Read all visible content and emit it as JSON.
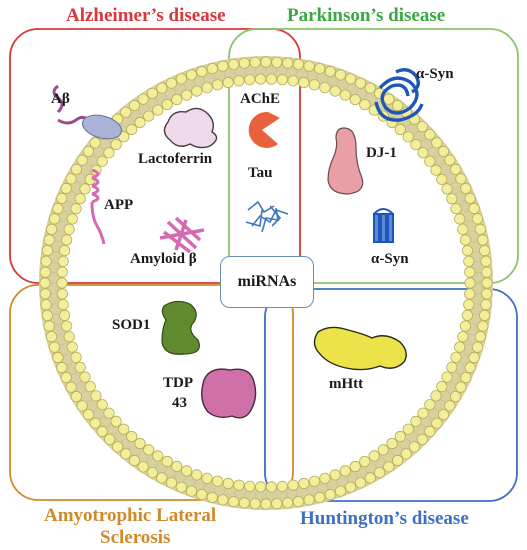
{
  "quadrants": {
    "alzheimers": {
      "title": "Alzheimer’s disease",
      "color": "#d8373b"
    },
    "parkinsons": {
      "title": "Parkinson’s disease",
      "color": "#3aa844"
    },
    "als": {
      "title_line1": "Amyotrophic Lateral",
      "title_line2": "Sclerosis",
      "color": "#d08a2a"
    },
    "huntingtons": {
      "title": "Huntington’s disease",
      "color": "#3f6fc0"
    }
  },
  "center": {
    "label": "miRNAs",
    "border_color": "#6a8fb5"
  },
  "molecules": {
    "abeta": "Aβ",
    "lactoferrin": "Lactoferrin",
    "app": "APP",
    "amyloid_beta": "Amyloid β",
    "ache": "AChE",
    "tau": "Tau",
    "asyn_top": "α-Syn",
    "dj1": "DJ-1",
    "asyn_bottom": "α-Syn",
    "sod1": "SOD1",
    "tdp43_line1": "TDP",
    "tdp43_line2": "43",
    "mhtt": "mHtt"
  },
  "colors": {
    "membrane_head": "#f3ee9a",
    "membrane_head_stroke": "#b5ad5a",
    "abeta_shape": "#aab2d8",
    "abeta_coil": "#9b4e8a",
    "lactoferrin": "#efd9ea",
    "app": "#d46ab0",
    "amyloid": "#d46ab0",
    "ache": "#e9603c",
    "tau": "#3f78b8",
    "asyn": "#1f57b8",
    "dj1": "#e8a0a6",
    "sod1": "#5f8a2e",
    "tdp43": "#d070a8",
    "mhtt": "#ece34a"
  }
}
